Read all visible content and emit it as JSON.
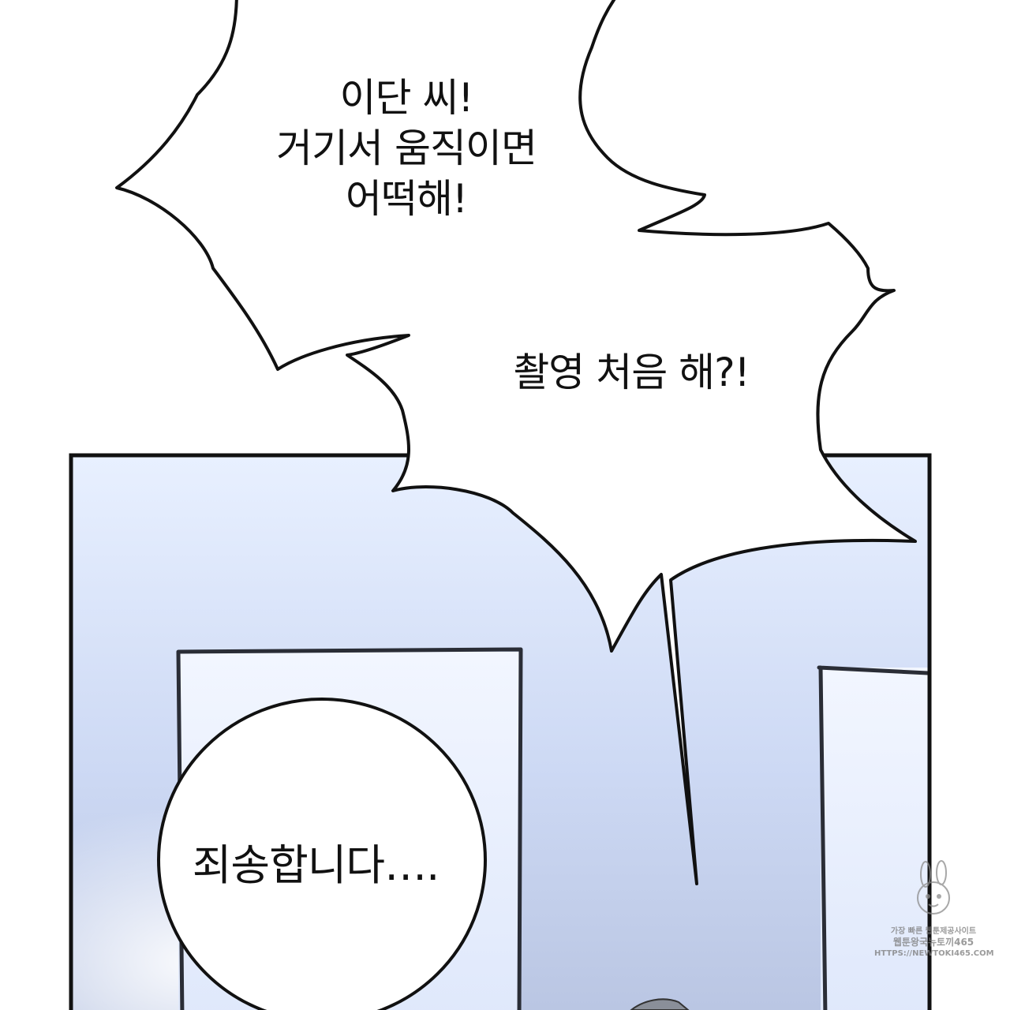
{
  "panel": {
    "background_top": "#e6efff",
    "background_bottom": "#b8c6e4",
    "frame_color": "#111111"
  },
  "bubbles": {
    "shout_top": {
      "lines": [
        "이단 씨!",
        "거기서 움직이면",
        "어떡해!"
      ]
    },
    "shout_side": {
      "text": "촬영 처음 해?!"
    },
    "round": {
      "text": "죄송합니다…."
    }
  },
  "watermark": {
    "line1": "가장 빠른 웹툰제공사이트",
    "line2": "웹툰왕국뉴토끼465",
    "line3": "HTTPS://NEWTOKI465.COM",
    "icon": "rabbit-mascot-icon"
  }
}
